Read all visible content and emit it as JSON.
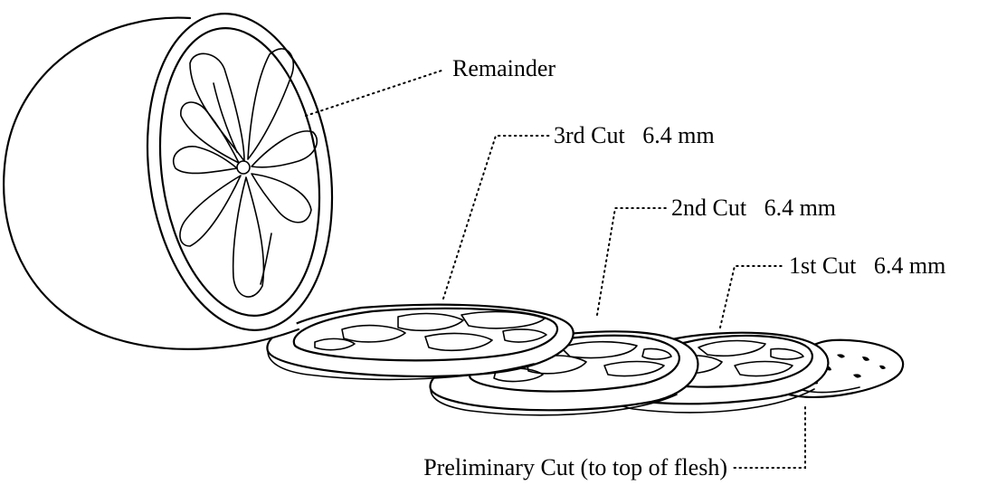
{
  "labels": {
    "remainder": "Remainder",
    "third_cut": "3rd Cut   6.4 mm",
    "second_cut": "2nd Cut   6.4 mm",
    "first_cut": "1st Cut   6.4 mm",
    "preliminary_cut": "Preliminary Cut (to top of flesh)"
  },
  "colors": {
    "ink": "#000000",
    "paper": "#ffffff"
  }
}
